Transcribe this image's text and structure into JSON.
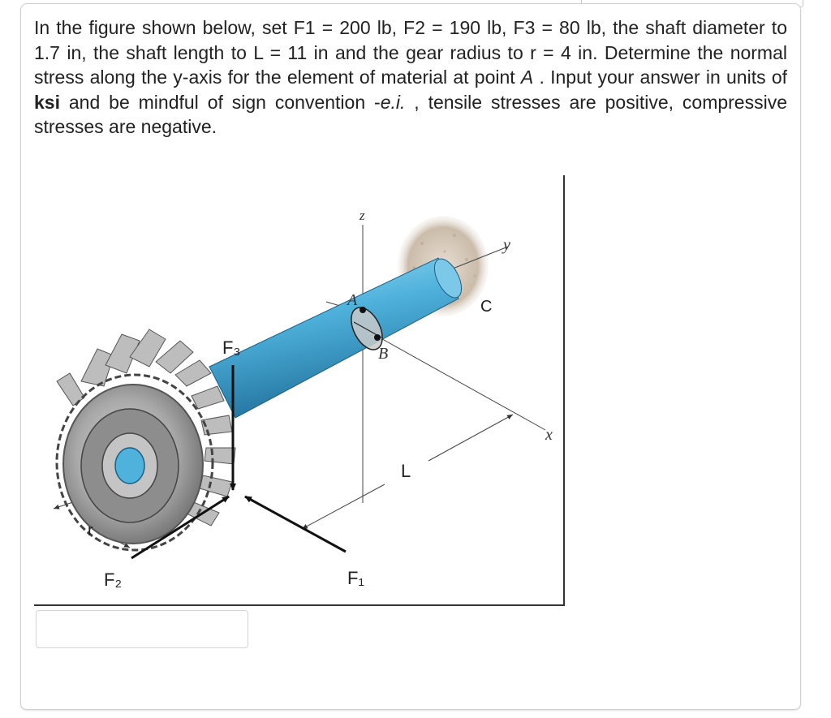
{
  "question": {
    "part1": "In the figure shown below, set F1 = 200 lb, F2 = 190 lb, F3 = 80 lb, the shaft diameter to 1.7 in, the shaft length to L = 11 in and the gear radius to r = 4 in. Determine the normal stress along the y-axis for the element of material at point ",
    "point": "A",
    "part2": " . Input your answer in units of ",
    "unit": "ksi",
    "part3": " and be mindful of sign convention -",
    "ei": "e.i.",
    "part4": " , tensile stresses are positive, compressive stresses are negative."
  },
  "figure": {
    "label_z": "z",
    "label_y": "y",
    "label_x": "x",
    "label_A": "A",
    "label_B": "B",
    "label_C": "C",
    "label_L": "L",
    "label_r": "r",
    "label_F1": "F₁",
    "label_F2": "F₂",
    "label_F3": "F₃",
    "shaft_color": "#4fb2dc",
    "gear_color": "#9a9a9a",
    "wall_color": "#c9b9a6"
  },
  "answer": {
    "value": "",
    "placeholder": ""
  }
}
